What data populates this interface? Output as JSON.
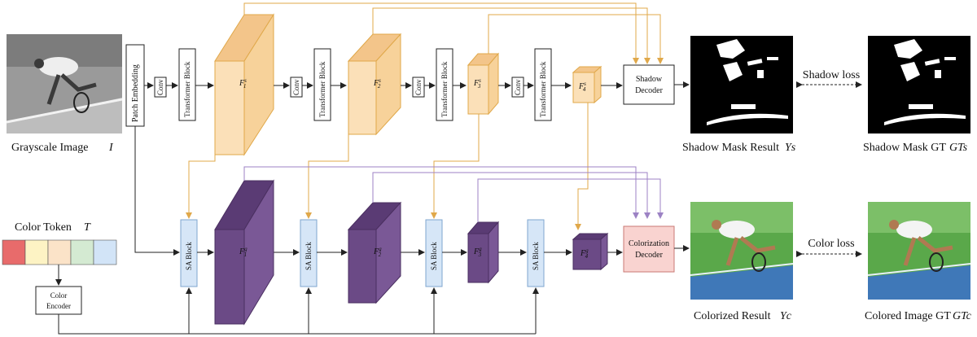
{
  "inputs": {
    "grayscale_caption": "Grayscale Image",
    "grayscale_symbol": "I",
    "color_token_label": "Color Token",
    "color_token_symbol": "T",
    "color_token_colors": [
      "#e86b6b",
      "#fdf3c4",
      "#fbe3c8",
      "#d4ead2",
      "#d2e4f7"
    ]
  },
  "blocks": {
    "patch_embedding": "Patch Embedding",
    "conv": "Conv",
    "transformer_block": "Transformer Block",
    "sa_block": "SA Block",
    "color_encoder_line1": "Color",
    "color_encoder_line2": "Encoder",
    "shadow_decoder_line1": "Shadow",
    "shadow_decoder_line2": "Decoder",
    "colorization_decoder_line1": "Colorization",
    "colorization_decoder_line2": "Decoder"
  },
  "features": {
    "shadow": [
      "F",
      "F",
      "F",
      "F"
    ],
    "shadow_sup": "s",
    "color": [
      "F",
      "F",
      "F",
      "F"
    ],
    "color_sup": "g",
    "subs": [
      "1",
      "2",
      "3",
      "4"
    ]
  },
  "outputs": {
    "shadow_result": "Shadow Mask Result",
    "shadow_result_symbol": "Ys",
    "shadow_gt": "Shadow Mask GT",
    "shadow_gt_symbol": "GTs",
    "shadow_loss": "Shadow loss",
    "color_result": "Colorized Result",
    "color_result_symbol": "Yc",
    "color_gt": "Colored Image GT",
    "color_gt_symbol": "GTc",
    "color_loss": "Color loss"
  },
  "colors": {
    "shadow_feature": "#fbe0b8",
    "shadow_feature_border": "#e0a84a",
    "shadow_arrow": "#e0a84a",
    "color_feature": "#6b4a86",
    "color_arrow": "#9c82c4",
    "sa_block": "#d6e6f7",
    "colorization_decoder": "#f9d3d0"
  }
}
